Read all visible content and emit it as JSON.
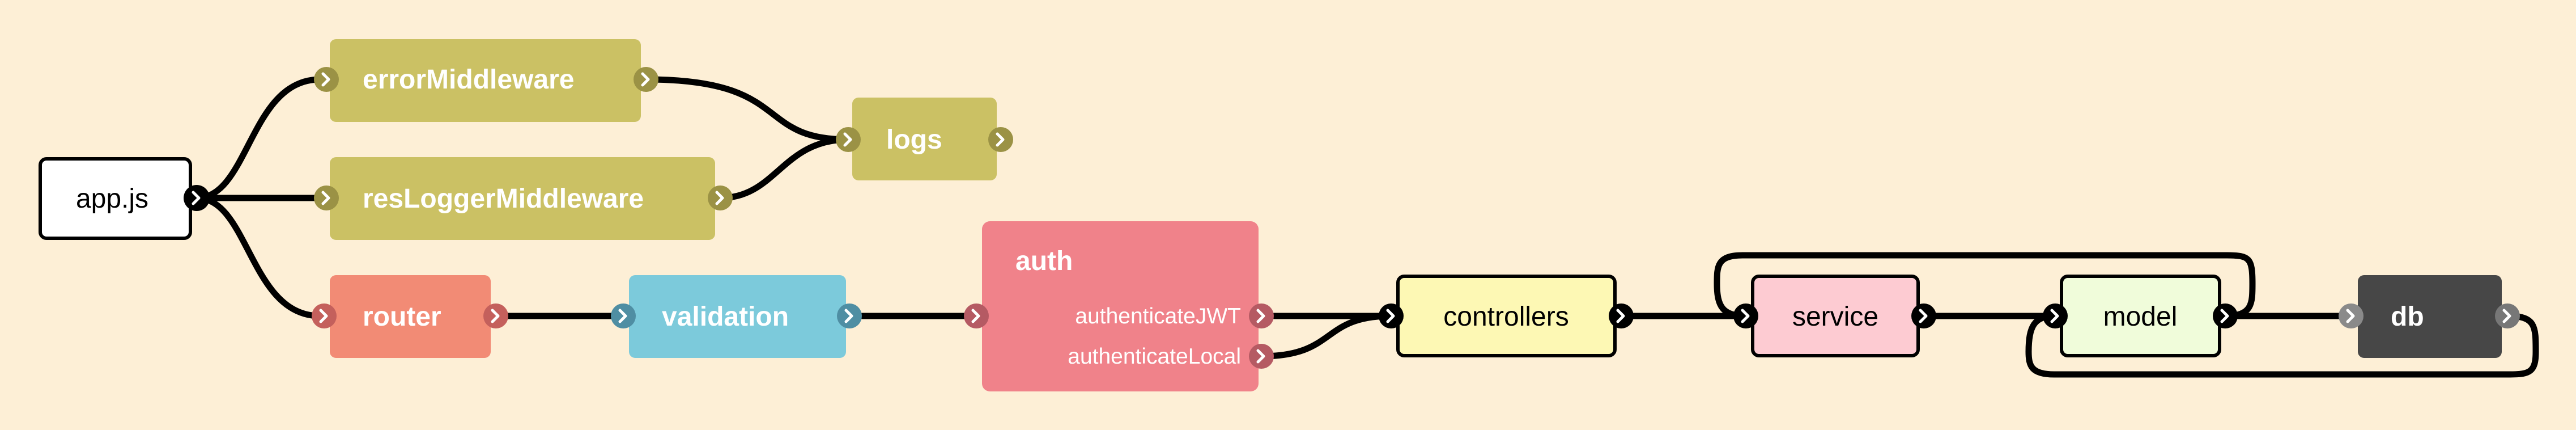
{
  "nodes": {
    "appjs": {
      "label": "app.js",
      "fill": "#ffffff",
      "stroke": "#000000",
      "text_color": "#000000"
    },
    "errorMiddleware": {
      "label": "errorMiddleware",
      "fill": "#cbc164",
      "text_color": "#ffffff"
    },
    "resLoggerMiddleware": {
      "label": "resLoggerMiddleware",
      "fill": "#cbc164",
      "text_color": "#ffffff"
    },
    "logs": {
      "label": "logs",
      "fill": "#cbc164",
      "text_color": "#ffffff"
    },
    "router": {
      "label": "router",
      "fill": "#f28b75",
      "text_color": "#ffffff"
    },
    "validation": {
      "label": "validation",
      "fill": "#7ccadb",
      "text_color": "#ffffff"
    },
    "auth": {
      "label": "auth",
      "fill": "#f0828a",
      "text_color": "#ffffff",
      "ports": [
        "authenticateJWT",
        "authenticateLocal"
      ]
    },
    "controllers": {
      "label": "controllers",
      "fill": "#fdf8b4",
      "stroke": "#000000",
      "text_color": "#000000"
    },
    "service": {
      "label": "service",
      "fill": "#fdcbd2",
      "stroke": "#000000",
      "text_color": "#000000"
    },
    "model": {
      "label": "model",
      "fill": "#f0fcda",
      "stroke": "#000000",
      "text_color": "#000000"
    },
    "db": {
      "label": "db",
      "fill": "#474747",
      "text_color": "#ffffff"
    }
  },
  "port_colors": {
    "olive": "#9b9245",
    "router": "#c4605c",
    "validation": "#4f8ea3",
    "auth": "#b55a63",
    "black": "#000000",
    "db_in": "#8a8a8a",
    "db_out": "#777777"
  },
  "edges": [
    {
      "from": "appjs",
      "to": "errorMiddleware"
    },
    {
      "from": "appjs",
      "to": "resLoggerMiddleware"
    },
    {
      "from": "appjs",
      "to": "router"
    },
    {
      "from": "errorMiddleware",
      "to": "logs"
    },
    {
      "from": "resLoggerMiddleware",
      "to": "logs"
    },
    {
      "from": "router",
      "to": "validation"
    },
    {
      "from": "validation",
      "to": "auth"
    },
    {
      "from": "auth.authenticateJWT",
      "to": "controllers"
    },
    {
      "from": "auth.authenticateLocal",
      "to": "controllers"
    },
    {
      "from": "controllers",
      "to": "service"
    },
    {
      "from": "service",
      "to": "model"
    },
    {
      "from": "model",
      "to": "service"
    },
    {
      "from": "model",
      "to": "db"
    },
    {
      "from": "db",
      "to": "model"
    }
  ],
  "icons": {
    "port": "chevron-right-icon"
  }
}
